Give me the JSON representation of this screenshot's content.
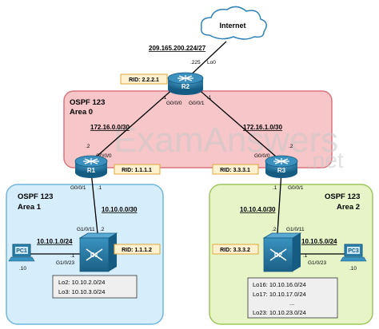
{
  "internet": {
    "label": "Internet",
    "subnet": "209.165.200.224/27"
  },
  "r2": {
    "name": "R2",
    "rid": "RID: 2.2.2.1",
    "addr_top": ".225",
    "if_top": "Lo0",
    "if_left": "G0/0/0",
    "if_right": "G0/0/1",
    "addr_left": ".1",
    "addr_right": ".1"
  },
  "area0": {
    "title": "OSPF 123",
    "subtitle": "Area 0",
    "subnet_left": "172.16.0.0/30",
    "subnet_right": "172.16.1.0/30"
  },
  "r1": {
    "name": "R1",
    "rid": "RID: 1.1.1.1",
    "addr_up": ".2",
    "if_up": "G0/0/0",
    "if_down": "G0/0/1",
    "addr_down": ".1"
  },
  "r3": {
    "name": "R3",
    "rid": "RID: 3.3.3.1",
    "addr_up": ".2",
    "if_up": "G0/0/0",
    "if_down": "G0/0/1",
    "addr_down": ".1"
  },
  "area1": {
    "title": "OSPF 123",
    "subtitle": "Area 1",
    "uplink_subnet": "10.10.0.0/30",
    "pc_subnet": "10.10.1.0/24",
    "d1": {
      "name": "D1",
      "rid": "RID: 1.1.1.2",
      "if_up": "G1/0/11",
      "addr_up": ".2",
      "if_pc": "G1/0/23",
      "addr_pc": ".1"
    },
    "pc": {
      "name": "PC1",
      "addr": ".10"
    },
    "loopbacks": [
      "Lo2: 10.10.2.0/24",
      "Lo3: 10.10.3.0/24"
    ]
  },
  "area2": {
    "title": "OSPF 123",
    "subtitle": "Area 2",
    "uplink_subnet": "10.10.4.0/30",
    "pc_subnet": "10.10.5.0/24",
    "d2": {
      "name": "D2",
      "rid": "RID: 3.3.3.2",
      "if_up": "G1/0/11",
      "addr_up": ".2",
      "if_pc": "G1/0/23",
      "addr_pc": ".1"
    },
    "pc": {
      "name": "PC3",
      "addr": ".10"
    },
    "loopbacks": [
      "Lo16: 10.10.16.0/24",
      "Lo17: 10.10.17.0/24",
      "...",
      "Lo23: 10.10.23.0/24"
    ]
  },
  "watermark": {
    "main": "ExamAnswers",
    "tld": ".net"
  },
  "colors": {
    "area0_fill": "#f6c6c9",
    "area0_stroke": "#d9777e",
    "area1_fill": "#d6eefb",
    "area1_stroke": "#6fb6de",
    "area2_fill": "#e6f4c8",
    "area2_stroke": "#9fc65a",
    "rid_fill": "#fdf1d0",
    "rid_stroke": "#e0a83a",
    "router": "#1d6a96",
    "switch": "#2b7fa8"
  }
}
